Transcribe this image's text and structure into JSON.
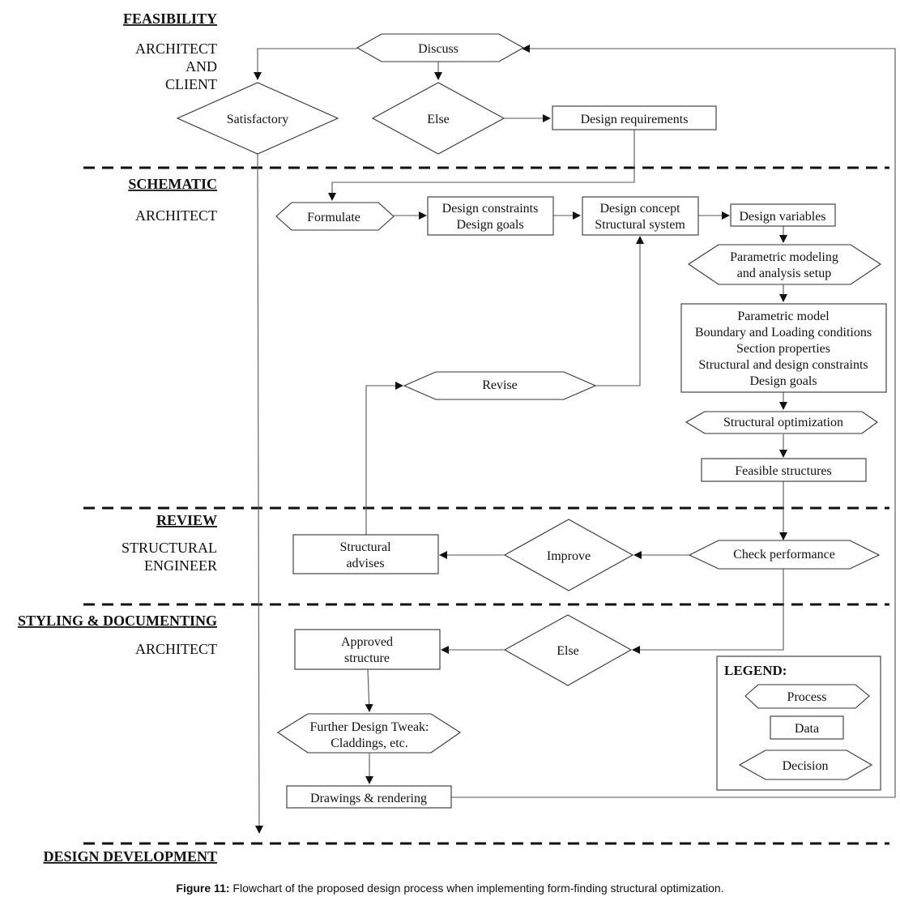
{
  "stages": {
    "feasibility": {
      "title": "FEASIBILITY",
      "role_lines": [
        "ARCHITECT",
        "AND",
        "CLIENT"
      ]
    },
    "schematic": {
      "title": "SCHEMATIC",
      "role_lines": [
        "ARCHITECT"
      ]
    },
    "review": {
      "title": "REVIEW",
      "role_lines": [
        "STRUCTURAL",
        "ENGINEER"
      ]
    },
    "styling": {
      "title": "STYLING & DOCUMENTING",
      "role_lines": [
        "ARCHITECT"
      ]
    },
    "development": {
      "title": "DESIGN DEVELOPMENT"
    }
  },
  "nodes": {
    "discuss": {
      "kind": "process",
      "lines": [
        "Discuss"
      ]
    },
    "satisfactory": {
      "kind": "decision",
      "lines": [
        "Satisfactory"
      ]
    },
    "else_feasibility": {
      "kind": "decision",
      "lines": [
        "Else"
      ]
    },
    "design_requirements": {
      "kind": "data",
      "lines": [
        "Design requirements"
      ]
    },
    "formulate": {
      "kind": "process",
      "lines": [
        "Formulate"
      ]
    },
    "constraints_goals": {
      "kind": "data",
      "lines": [
        "Design constraints",
        "Design goals"
      ]
    },
    "concept_system": {
      "kind": "data",
      "lines": [
        "Design concept",
        "Structural system"
      ]
    },
    "design_variables": {
      "kind": "data",
      "lines": [
        "Design variables"
      ]
    },
    "parametric_setup": {
      "kind": "process",
      "lines": [
        "Parametric modeling",
        "and analysis setup"
      ]
    },
    "parametric_model": {
      "kind": "data",
      "lines": [
        "Parametric model",
        "Boundary and Loading conditions",
        "Section properties",
        "Structural and design constraints",
        "Design goals"
      ]
    },
    "structural_optimization": {
      "kind": "process",
      "lines": [
        "Structural optimization"
      ]
    },
    "feasible_structures": {
      "kind": "data",
      "lines": [
        "Feasible structures"
      ]
    },
    "revise": {
      "kind": "process",
      "lines": [
        "Revise"
      ]
    },
    "structural_advises": {
      "kind": "data",
      "lines": [
        "Structural",
        "advises"
      ]
    },
    "improve": {
      "kind": "decision",
      "lines": [
        "Improve"
      ]
    },
    "check_performance": {
      "kind": "process",
      "lines": [
        "Check performance"
      ]
    },
    "approved_structure": {
      "kind": "data",
      "lines": [
        "Approved",
        "structure"
      ]
    },
    "else_styling": {
      "kind": "decision",
      "lines": [
        "Else"
      ]
    },
    "design_tweak": {
      "kind": "process",
      "lines": [
        "Further Design Tweak:",
        "Claddings, etc."
      ]
    },
    "drawings_rendering": {
      "kind": "data",
      "lines": [
        "Drawings & rendering"
      ]
    }
  },
  "legend": {
    "title": "LEGEND:",
    "items": [
      {
        "kind": "process",
        "label": "Process"
      },
      {
        "kind": "data",
        "label": "Data"
      },
      {
        "kind": "decision",
        "label": "Decision"
      }
    ]
  },
  "caption": {
    "figure_label": "Figure 11:",
    "text": " Flowchart of the proposed design process when implementing form-finding structural optimization."
  }
}
